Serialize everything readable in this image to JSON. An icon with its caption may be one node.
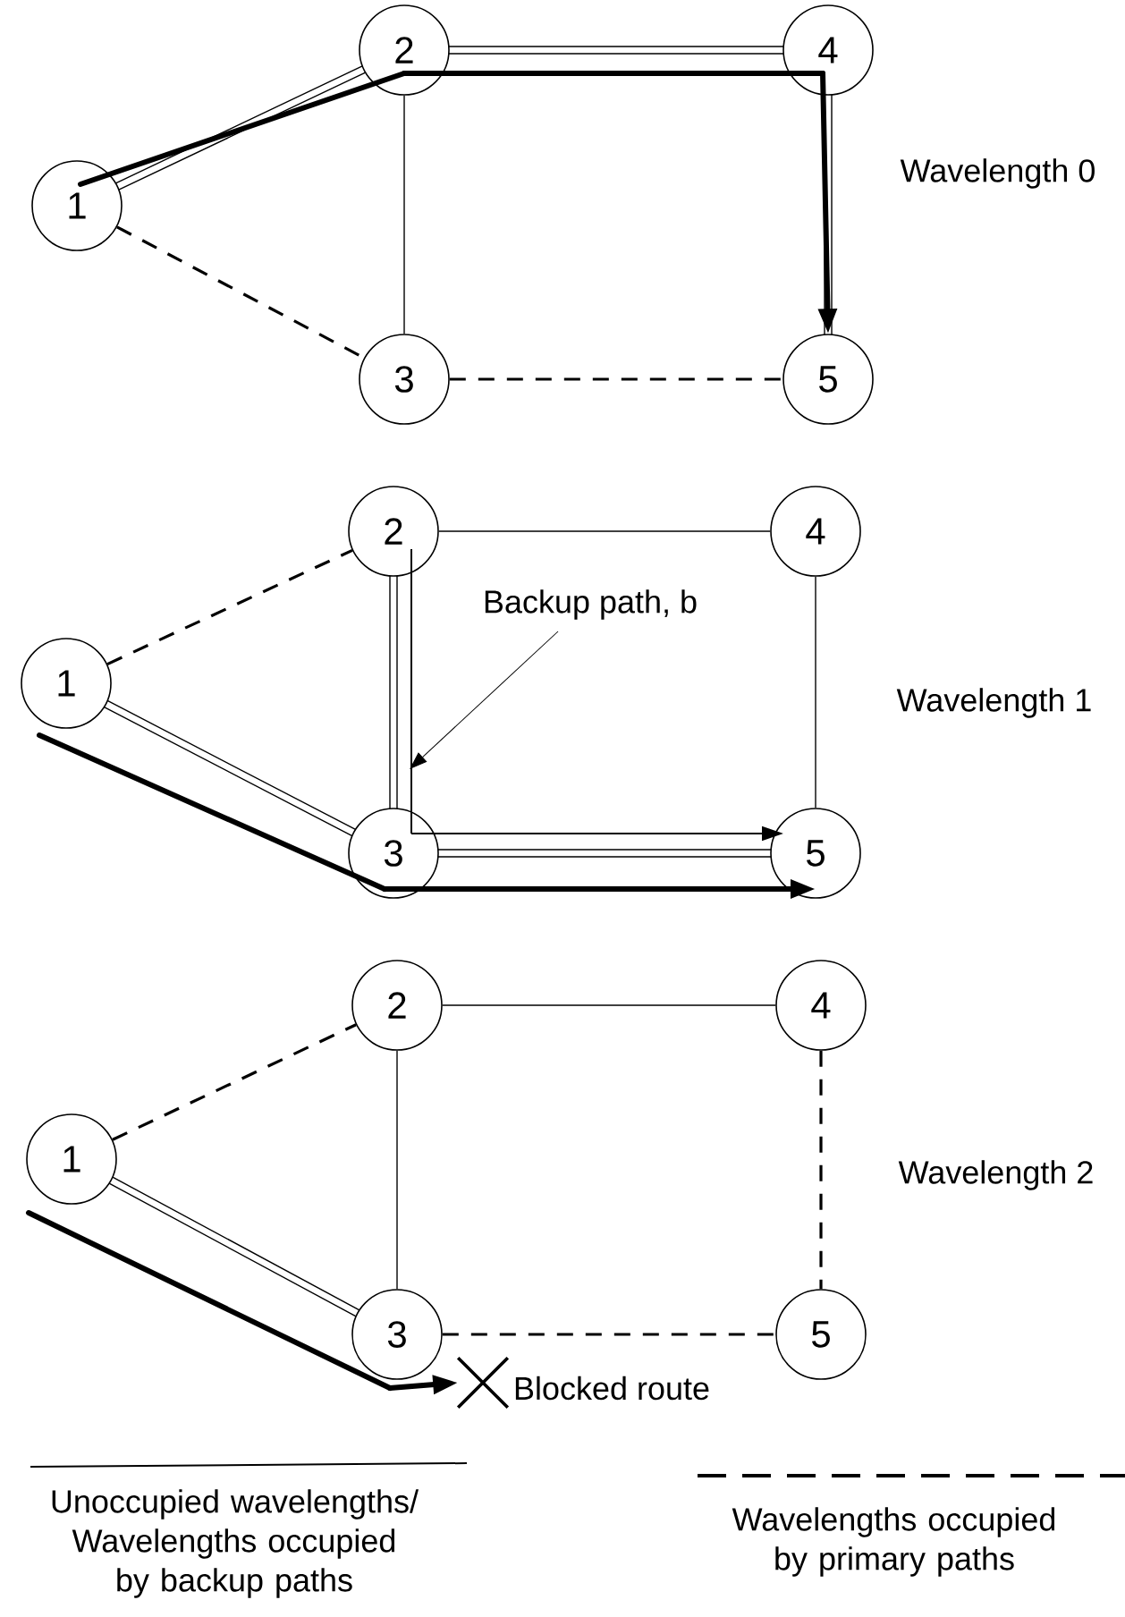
{
  "diagram": {
    "nodes": [
      {
        "text": [
          "1"
        ]
      },
      {
        "text": [
          "2"
        ]
      },
      {
        "text": [
          "3"
        ]
      },
      {
        "text": [
          "4"
        ]
      },
      {
        "text": [
          "5"
        ]
      },
      {
        "text": [
          "1"
        ]
      },
      {
        "text": [
          "2"
        ]
      },
      {
        "text": [
          "3"
        ]
      },
      {
        "text": [
          "4"
        ]
      },
      {
        "text": [
          "5"
        ]
      },
      {
        "text": [
          "1"
        ]
      },
      {
        "text": [
          "2"
        ]
      },
      {
        "text": [
          "3"
        ]
      },
      {
        "text": [
          "4"
        ]
      },
      {
        "text": [
          "5"
        ]
      },
      {
        "text": [
          "Backup path, b"
        ]
      },
      {
        "text": [],
        "shape": "cross"
      }
    ],
    "edges": [
      {
        "from": 0,
        "to": 1,
        "arrow": "none"
      },
      {
        "from": 0,
        "to": 2,
        "arrow": "none",
        "style": "dashed"
      },
      {
        "from": 1,
        "to": 2,
        "arrow": "none"
      },
      {
        "from": 1,
        "to": 3,
        "arrow": "none"
      },
      {
        "from": 3,
        "to": 4,
        "arrow": "none"
      },
      {
        "from": 2,
        "to": 4,
        "arrow": "none",
        "style": "dashed"
      },
      {
        "from": 5,
        "to": 6,
        "arrow": "none",
        "style": "dashed"
      },
      {
        "from": 5,
        "to": 7,
        "arrow": "none"
      },
      {
        "from": 6,
        "to": 7,
        "arrow": "none"
      },
      {
        "from": 6,
        "to": 8,
        "arrow": "none"
      },
      {
        "from": 8,
        "to": 9,
        "arrow": "none"
      },
      {
        "from": 7,
        "to": 9,
        "arrow": "none"
      },
      {
        "from": 10,
        "to": 11,
        "arrow": "none",
        "style": "dashed"
      },
      {
        "from": 10,
        "to": 12,
        "arrow": "none"
      },
      {
        "from": 11,
        "to": 12,
        "arrow": "none"
      },
      {
        "from": 11,
        "to": 13,
        "arrow": "none"
      },
      {
        "from": 13,
        "to": 14,
        "arrow": "none",
        "style": "dashed"
      },
      {
        "from": 12,
        "to": 14,
        "arrow": "none",
        "style": "dashed"
      },
      {
        "from": 0,
        "to": 1,
        "arrow": "none",
        "style": "thick"
      },
      {
        "from": 1,
        "to": 3,
        "arrow": "none",
        "style": "thick"
      },
      {
        "from": 3,
        "to": 4,
        "arrow": "to",
        "style": "thick"
      },
      {
        "from": 5,
        "to": 7,
        "arrow": "none",
        "style": "thick"
      },
      {
        "from": 7,
        "to": 9,
        "arrow": "to",
        "style": "thick"
      },
      {
        "from": 6,
        "to": 7,
        "arrow": "none"
      },
      {
        "from": 7,
        "to": 9,
        "arrow": "to"
      },
      {
        "from": 15,
        "to": null,
        "arrow": "to"
      },
      {
        "from": 10,
        "to": 12,
        "arrow": "none",
        "style": "thick"
      },
      {
        "from": 12,
        "to": 16,
        "arrow": "to",
        "style": "thick"
      }
    ],
    "labels": [
      "Wavelength 0",
      "Wavelength 1",
      "Wavelength 2",
      "Blocked route"
    ],
    "legend": [
      {
        "text": "Unoccupied wavelengths/ Wavelengths occupied by backup paths"
      },
      {
        "text": "Wavelengths occupied by primary paths"
      }
    ]
  }
}
